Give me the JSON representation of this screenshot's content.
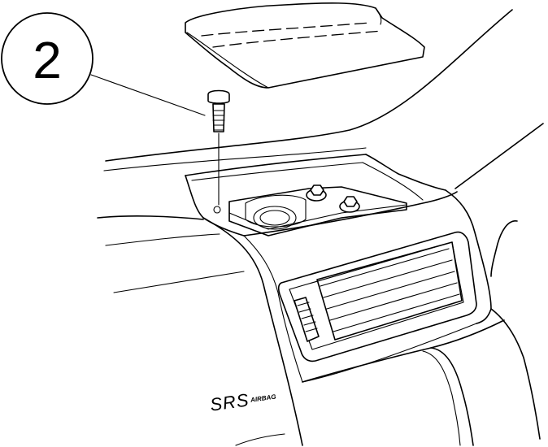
{
  "callout": {
    "number": "2"
  },
  "badge": {
    "srs": "SRS",
    "airbag": "AIRBAG"
  },
  "colors": {
    "line": "#000000",
    "background": "#ffffff"
  }
}
